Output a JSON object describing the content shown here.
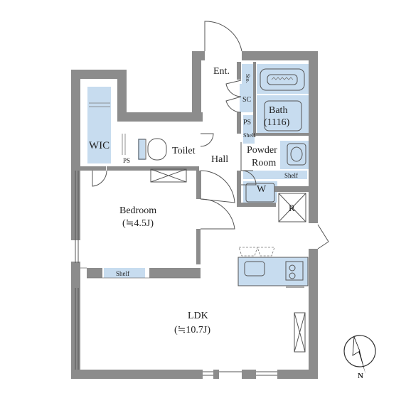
{
  "rooms": {
    "entrance": "Ent.",
    "storage": "Sto.",
    "shoe_cabinet": "SC",
    "pipe_space_1": "PS",
    "pipe_space_2": "PS",
    "shelf_small": "Shelf",
    "bath": "Bath",
    "bath_size": "(1116)",
    "powder_room_1": "Powder",
    "powder_room_2": "Room",
    "powder_shelf": "Shelf",
    "washer": "W",
    "wic": "WIC",
    "toilet": "Toilet",
    "hall": "Hall",
    "refrigerator": "R",
    "bedroom": "Bedroom",
    "bedroom_size": "(≒4.5J)",
    "bedroom_shelf": "Shelf",
    "ldk": "LDK",
    "ldk_size": "(≒10.7J)"
  },
  "compass": {
    "north_label": "N"
  },
  "colors": {
    "wall": "#8c8c8c",
    "fixture": "#c7dcef",
    "line": "#555555"
  }
}
